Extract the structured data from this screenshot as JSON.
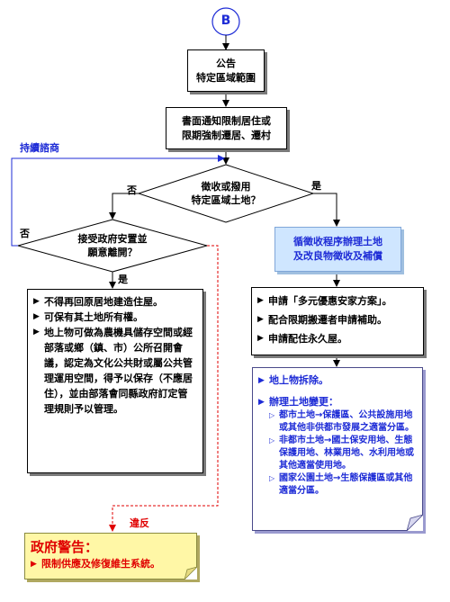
{
  "connector": {
    "label": "B"
  },
  "announce": {
    "line1": "公告",
    "line2": "特定區域範圍"
  },
  "notify": {
    "line1": "書面通知限制居住或",
    "line2": "限期強制遷居、遷村"
  },
  "continue_consult": "持續諮商",
  "decision1": {
    "line1": "徵收或撥用",
    "line2": "特定區域土地？"
  },
  "decision2": {
    "line1": "接受政府安置並",
    "line2": "願意離開？"
  },
  "labels": {
    "no1": "否",
    "yes1": "是",
    "no2": "否",
    "yes2": "是",
    "violation": "違反"
  },
  "expropriation": {
    "line1": "循徵收程序辦理土地",
    "line2": "及改良物徵收及補償"
  },
  "stay_box": {
    "items": [
      "不得再回原居地建造住屋。",
      "可保有其土地所有權。",
      "地上物可做為農機具儲存空間或經部落或鄉（鎮、市）公所召開會議，認定為文化公共財或屬公共管理運用空間，得予以保存（不應居住），並由部落會同縣政府訂定管理規則予以管理。"
    ]
  },
  "relocate_box": {
    "items": [
      "申請「多元優惠安家方案」。",
      "配合限期搬遷者申請補助。",
      "申請配住永久屋。"
    ]
  },
  "land_note": {
    "item1": "地上物拆除。",
    "item2": "辦理土地變更：",
    "subitems": [
      "都市土地→保護區、公共設施用地或其他非供都市發展之適當分區。",
      "非都市土地→國土保安用地、生態保護用地、林業用地、水利用地或其他適當使用地。",
      "國家公園土地→生態保護區或其他適當分區。"
    ]
  },
  "warning": {
    "title": "政府警告：",
    "text": "限制供應及修復維生系統。"
  },
  "colors": {
    "blue": "#1d2bd6",
    "red": "#e00000",
    "warn_bg": "#fff7a6",
    "expro_bg": "#cfe6ff"
  }
}
